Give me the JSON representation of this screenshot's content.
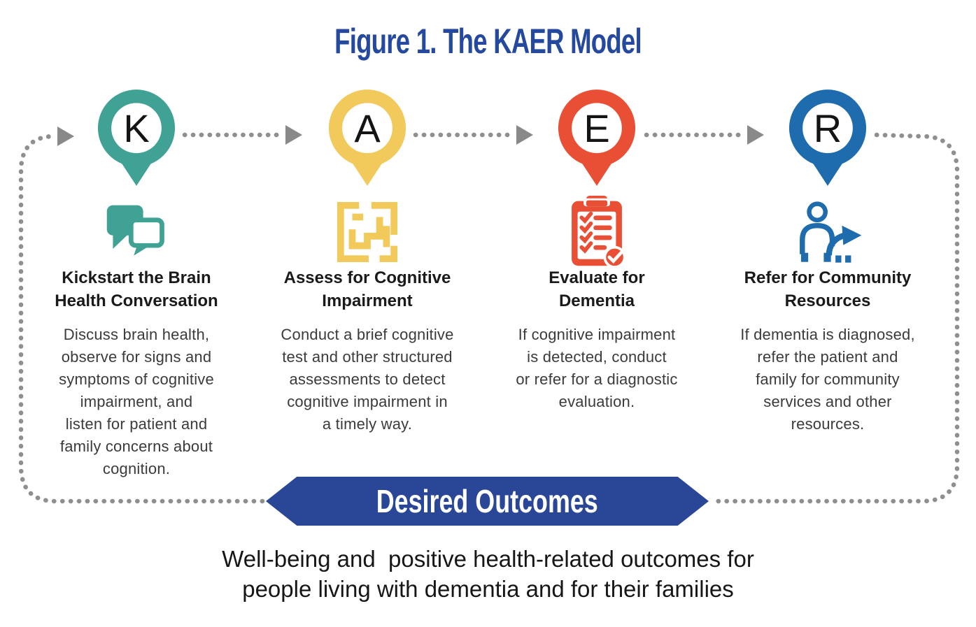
{
  "title": "Figure 1. The KAER Model",
  "steps": [
    {
      "letter": "K",
      "color": "#3FA294",
      "icon": "chat-bubbles",
      "heading": "Kickstart the Brain\nHealth Conversation",
      "body": "Discuss brain health,\nobserve for signs and\nsymptoms of cognitive\nimpairment, and\nlisten for patient and\nfamily concerns about\ncognition."
    },
    {
      "letter": "A",
      "color": "#F2CA5C",
      "icon": "maze",
      "heading": "Assess for Cognitive\nImpairment",
      "body": "Conduct a brief cognitive\ntest and other structured\nassessments to detect\ncognitive impairment in\na timely way."
    },
    {
      "letter": "E",
      "color": "#E94F35",
      "icon": "clipboard-checklist",
      "heading": "Evaluate for\nDementia",
      "body": "If cognitive impairment\nis detected, conduct\nor refer for a diagnostic\nevaluation."
    },
    {
      "letter": "R",
      "color": "#1E6CAD",
      "icon": "person-refer-arrow",
      "heading": "Refer for Community\nResources",
      "body": "If dementia is diagnosed,\nrefer the patient and\nfamily for community\nservices and other\nresources."
    }
  ],
  "banner": {
    "label": "Desired Outcomes",
    "color": "#2A4697"
  },
  "outcome_text": "Well-being and  positive health-related outcomes for\npeople living with dementia and for their families",
  "colors": {
    "title_blue": "#24499E",
    "banner_blue": "#2A4697",
    "dotted_line": "#8F8F8F",
    "arrow_gray": "#898989",
    "heading_black": "#1A1A1A",
    "body_gray": "#3B3B3B"
  }
}
